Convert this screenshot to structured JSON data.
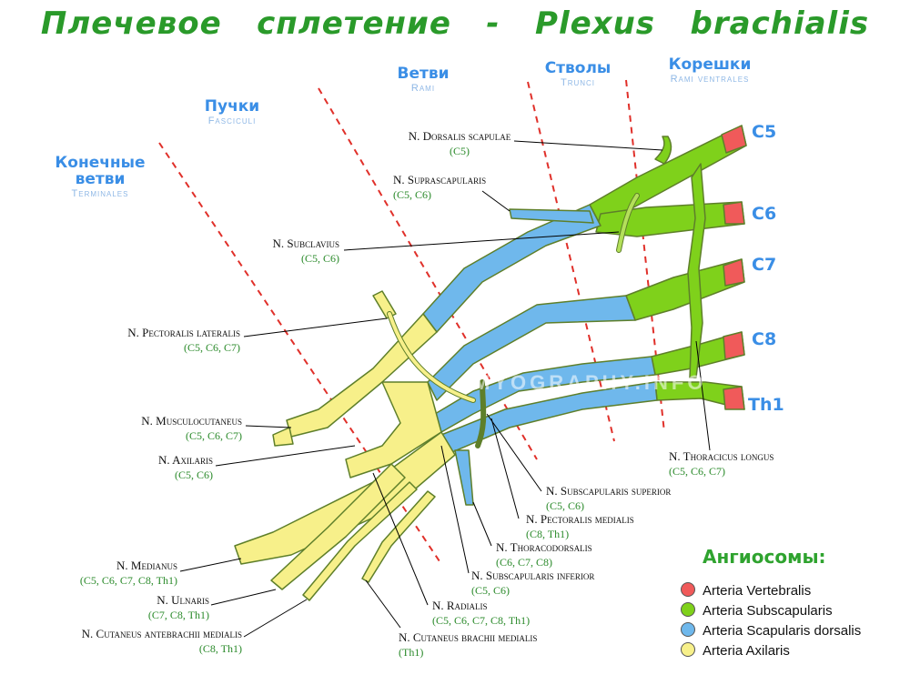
{
  "title": "Плечевое   сплетение   -   Plexus   brachialis",
  "headers": {
    "terminal": {
      "title": "Конечные ветви",
      "sub": "Terminales"
    },
    "fasciculi": {
      "title": "Пучки",
      "sub": "Fasciculi"
    },
    "rami": {
      "title": "Ветви",
      "sub": "Rami"
    },
    "trunci": {
      "title": "Стволы",
      "sub": "Trunci"
    },
    "roots": {
      "title": "Корешки",
      "sub": "Rami ventrales"
    }
  },
  "roots": [
    "C5",
    "C6",
    "C7",
    "C8",
    "Th1"
  ],
  "labels": {
    "dorsalis_scapulae": {
      "name": "N. Dorsalis scapulae",
      "roots": "(C5)"
    },
    "suprascapularis": {
      "name": "N. Suprascapularis",
      "roots": "(C5, C6)"
    },
    "subclavius": {
      "name": "N. Subclavius",
      "roots": "(C5, C6)"
    },
    "pectoralis_lateralis": {
      "name": "N. Pectoralis lateralis",
      "roots": "(C5, C6, C7)"
    },
    "musculocutaneus": {
      "name": "N. Musculocutaneus",
      "roots": "(C5, C6, C7)"
    },
    "axilaris": {
      "name": "N. Axilaris",
      "roots": "(C5, C6)"
    },
    "medianus": {
      "name": "N. Medianus",
      "roots": "(C5, C6, C7, C8, Th1)"
    },
    "ulnaris": {
      "name": "N. Ulnaris",
      "roots": "(C7, C8, Th1)"
    },
    "cutaneus_antebrachii": {
      "name": "N. Cutaneus antebrachii medialis",
      "roots": "(C8, Th1)"
    },
    "cutaneus_brachii": {
      "name": "N. Cutaneus brachii medialis",
      "roots": "(Th1)"
    },
    "radialis": {
      "name": "N. Radialis",
      "roots": "(C5, C6, C7, C8, Th1)"
    },
    "subscap_inferior": {
      "name": "N. Subscapularis inferior",
      "roots": "(C5, C6)"
    },
    "thoracodorsalis": {
      "name": "N. Thoracodorsalis",
      "roots": "(C6, C7, C8)"
    },
    "pectoralis_medialis": {
      "name": "N. Pectoralis medialis",
      "roots": "(C8, Th1)"
    },
    "subscap_superior": {
      "name": "N. Subscapularis superior",
      "roots": "(C5, C6)"
    },
    "thoracicus_longus": {
      "name": "N. Thoracicus longus",
      "roots": "(C5, C6, C7)"
    }
  },
  "legend": {
    "title": "Ангиосомы:",
    "items": [
      {
        "label": "Arteria Vertebralis",
        "color": "#f05a5a"
      },
      {
        "label": "Arteria Subscapularis",
        "color": "#7fd11b"
      },
      {
        "label": "Arteria Scapularis dorsalis",
        "color": "#6fb8ec"
      },
      {
        "label": "Arteria Axilaris",
        "color": "#f7f08a"
      }
    ]
  },
  "watermark": "MYOGRAPHY.INFO",
  "colors": {
    "vertebralis": "#f05a5a",
    "subscapularis": "#7fd11b",
    "scapularis_dorsalis": "#6fb8ec",
    "axilaris": "#f7f08a",
    "outline": "#5a7a2a",
    "divider": "#e0302a",
    "title": "#2a9a2a",
    "header": "#3a8ee6"
  }
}
